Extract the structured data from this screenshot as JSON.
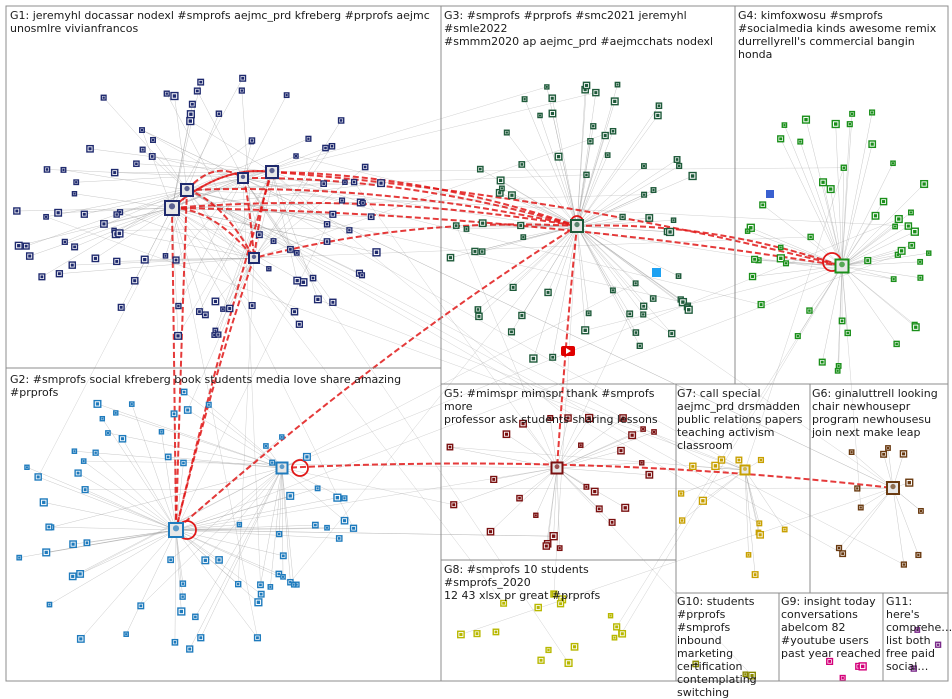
{
  "groups": [
    {
      "id": "G1",
      "label": "G1: jeremyhl docassar nodexl #smprofs aejmc_prd kfreberg #prprofs aejmc\nunosmlre vivianfrancos",
      "color": "#1f2a6e"
    },
    {
      "id": "G2",
      "label": "G2: #smprofs social kfreberg book students media love share amazing #prprofs",
      "color": "#1f7bbd"
    },
    {
      "id": "G3",
      "label": "G3: #smprofs #prprofs #smc2021 jeremyhl #smle2022\n#smmm2020 ap aejmc_prd #aejmcchats nodexl",
      "color": "#1e5a3a"
    },
    {
      "id": "G4",
      "label": "G4: kimfoxwosu #smprofs\n#socialmedia kinds awesome remix\ndurrellyrell's commercial bangin honda",
      "color": "#1a8f1a"
    },
    {
      "id": "G5",
      "label": "G5: #mimspr mimspr thank #smprofs more\nprofessor ask students sharing lessons",
      "color": "#7a1010"
    },
    {
      "id": "G6",
      "label": "G6: ginaluttrell looking\nchair newhousepr\nprogram newhousesu\njoin next make leap",
      "color": "#6a3a10"
    },
    {
      "id": "G7",
      "label": "G7: call special\naejmc_prd drsmadden\npublic relations papers\nteaching activism\nclassroom",
      "color": "#c8a000"
    },
    {
      "id": "G8",
      "label": "G8: #smprofs 10 students #smprofs_2020\n12 43 xlsx pr great #prprofs",
      "color": "#b8b800"
    },
    {
      "id": "G9",
      "label": "G9: insight today\nconversations\nabelcom 82\n#youtube users\npast year reached",
      "color": "#d4007a"
    },
    {
      "id": "G10",
      "label": "G10: students\n#prprofs #smprofs\ninbound marketing\ncertification\ncontemplating\nswitching",
      "color": "#888800"
    },
    {
      "id": "G11",
      "label": "G11:\nhere's\ncomprehe…\nlist both\nfree paid\nsocial…",
      "color": "#7a2a8a"
    }
  ],
  "colors": {
    "edge": "#9a9a9a",
    "highlight_edge": "#e01818",
    "border": "#8c8c8c"
  }
}
